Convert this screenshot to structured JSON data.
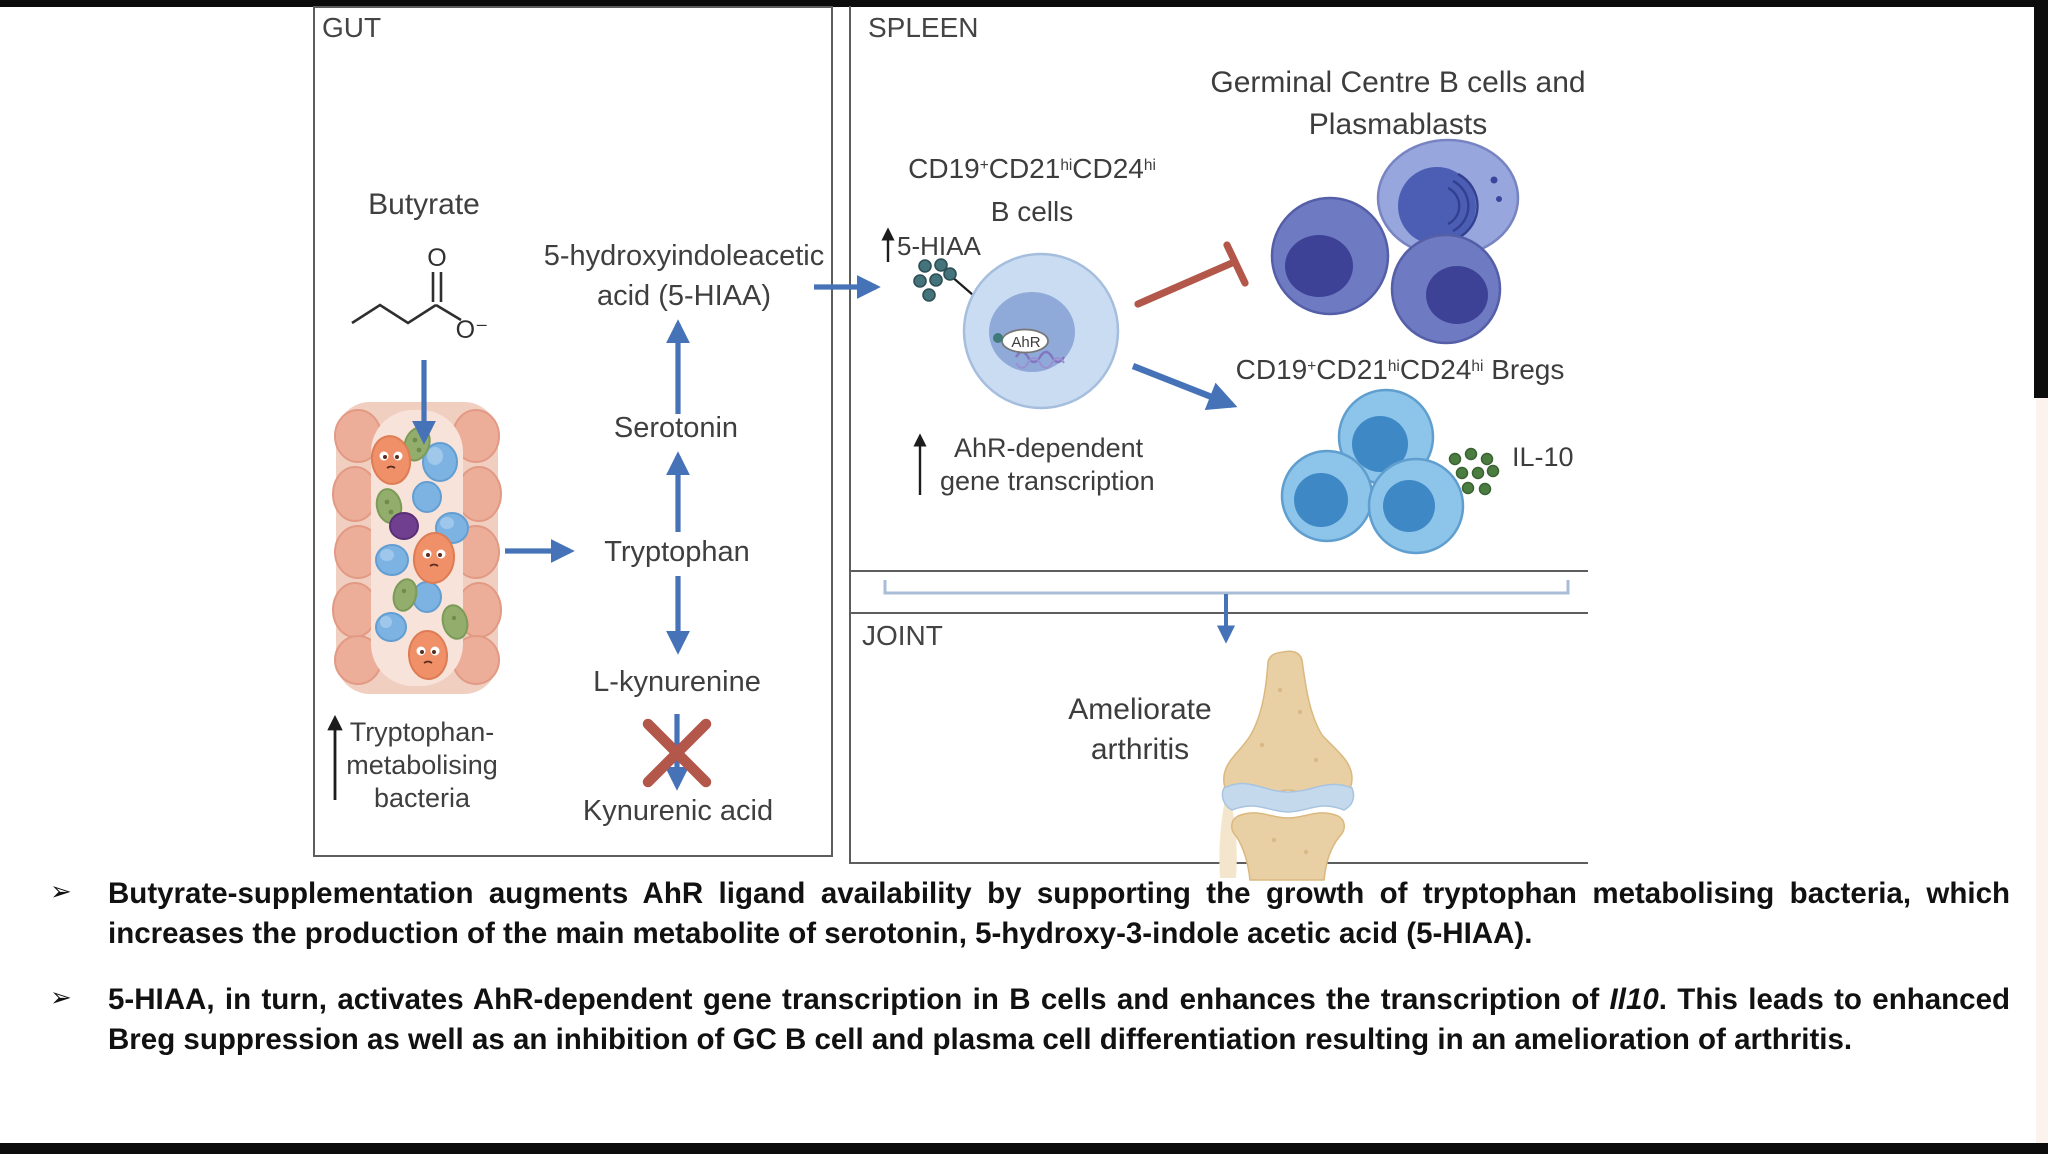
{
  "boxes": {
    "gut_label": "GUT",
    "spleen_label": "SPLEEN",
    "joint_label": "JOINT"
  },
  "gut": {
    "butyrate_label": "Butyrate",
    "molecule": {
      "o_top": "O",
      "o_minus": "O⁻"
    },
    "bacteria_note_line1": "Tryptophan-",
    "bacteria_note_line2": "metabolising",
    "bacteria_note_line3": "bacteria"
  },
  "pathway": {
    "hiaa_line1": "5-hydroxyindoleacetic",
    "hiaa_line2": "acid (5-HIAA)",
    "serotonin": "Serotonin",
    "tryptophan": "Tryptophan",
    "l_kynurenine": "L-kynurenine",
    "kynurenic_acid": "Kynurenic acid"
  },
  "spleen": {
    "hiaa_small": "5-HIAA",
    "cd_markers": {
      "c1": "CD19",
      "s1": "+",
      "c2": "CD21",
      "s2": "hi",
      "c3": "CD24",
      "s3": "hi"
    },
    "b_cells_suffix": "B cells",
    "bregs_suffix": "Bregs",
    "ahr_label": "AhR",
    "ahr_note_line1": "AhR-dependent",
    "ahr_note_line2": "gene transcription",
    "gc_title_line1": "Germinal Centre B cells and",
    "gc_title_line2": "Plasmablasts",
    "il10_label": "IL-10"
  },
  "joint": {
    "caption_line1": "Ameliorate",
    "caption_line2": "arthritis"
  },
  "bullets": {
    "marker": "➢",
    "b1": "Butyrate-supplementation augments AhR ligand availability by supporting the growth of tryptophan metabolising bacteria, which increases the production of the main metabolite of serotonin, 5-hydroxy-3-indole acetic acid (5-HIAA).",
    "b2_before": "5-HIAA, in turn, activates AhR-dependent gene transcription in B cells and enhances the transcription of ",
    "b2_italic": "Il10",
    "b2_after": ". This leads to enhanced Breg suppression as well as an inhibition of GC B cell and plasma cell differentiation resulting in an amelioration of arthritis."
  },
  "colors": {
    "arrow_blue": "#4673b8",
    "inhibit_red": "#b2574a",
    "border_gray": "#5d5d5d",
    "bracket_blue": "#a9bdd6",
    "bcell_body": "#cadcf2",
    "bcell_nucleus": "#8fa9d9",
    "gc_cell_body": "#6e7ac2",
    "gc_cell_nucleus": "#3d4296",
    "plasmablast_body": "#97a6dc",
    "breg_body": "#8cc4ea",
    "breg_nucleus": "#3e88c6",
    "il10_green": "#4b7d41",
    "hiaa_dot_teal": "#44737c",
    "bone_tan": "#e9cfa4",
    "cartilage_blue": "#c5d9ec"
  }
}
